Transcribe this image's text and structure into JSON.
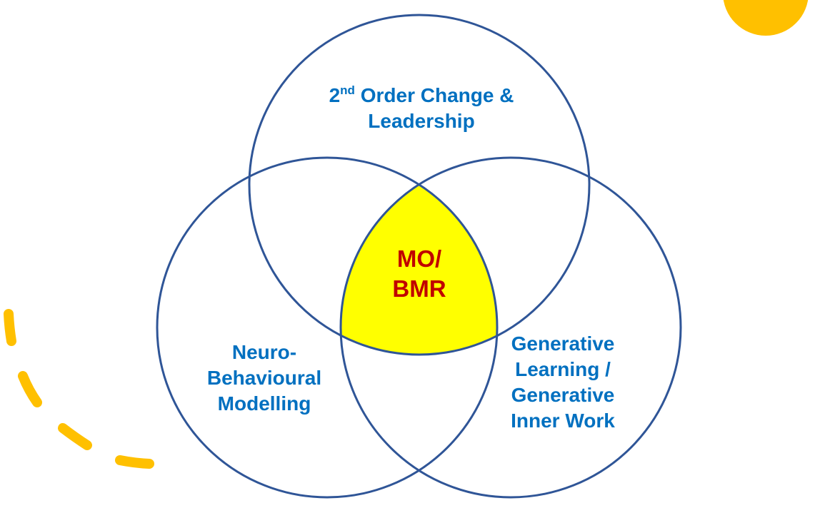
{
  "colors": {
    "circle_stroke": "#2f5597",
    "label_text": "#0070c0",
    "center_fill": "#ffff00",
    "center_text": "#c00000",
    "accent": "#ffc000"
  },
  "circles": {
    "top": {
      "label_prefix": "2",
      "label_superscript": "nd",
      "label_line1_rest": " Order Change &",
      "label_line2": "Leadership"
    },
    "left": {
      "lines": [
        "Neuro-",
        "Behavioural",
        "Modelling"
      ]
    },
    "right": {
      "lines": [
        "Generative",
        "Learning /",
        "Generative",
        "Inner Work"
      ]
    }
  },
  "center": {
    "lines": [
      "MO/",
      "BMR"
    ]
  },
  "decorations": {
    "top_right": "orange-half-circle",
    "bottom_left": "dashed-orange-arc"
  }
}
